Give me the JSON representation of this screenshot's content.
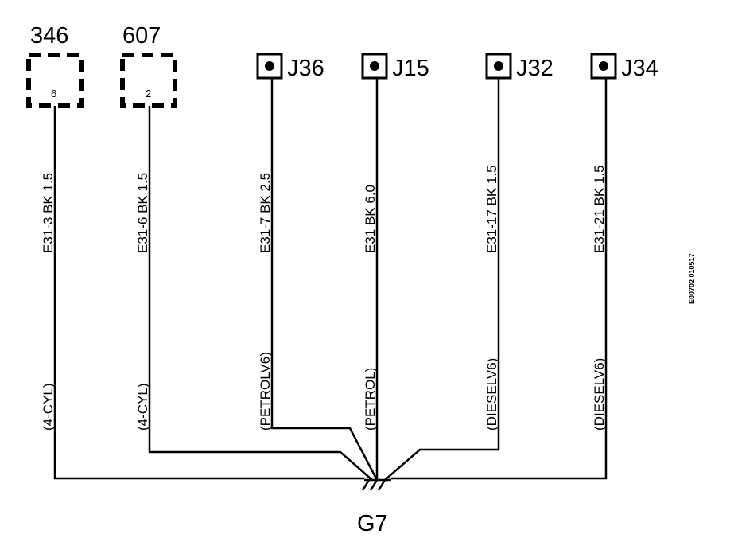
{
  "connectors": [
    {
      "id": "346",
      "pin": "6"
    },
    {
      "id": "607",
      "pin": "2"
    }
  ],
  "jacks": [
    {
      "label": "J36"
    },
    {
      "label": "J15"
    },
    {
      "label": "J32"
    },
    {
      "label": "J34"
    }
  ],
  "wires": [
    {
      "code": "E31-3  BK  1.5",
      "condition": "(4-CYL)"
    },
    {
      "code": "E31-6  BK  1.5",
      "condition": "(4-CYL)"
    },
    {
      "code": "E31-7  BK  2.5",
      "condition": "(PETROLV6)"
    },
    {
      "code": "E31  BK  6.0",
      "condition": "(PETROL)"
    },
    {
      "code": "E31-17  BK  1.5",
      "condition": "(DIESELV6)"
    },
    {
      "code": "E31-21  BK  1.5",
      "condition": "(DIESELV6)"
    }
  ],
  "ground": {
    "label": "G7"
  },
  "figure_ref": "E00702 010517",
  "colors": {
    "line": "#000000",
    "background": "#ffffff"
  }
}
